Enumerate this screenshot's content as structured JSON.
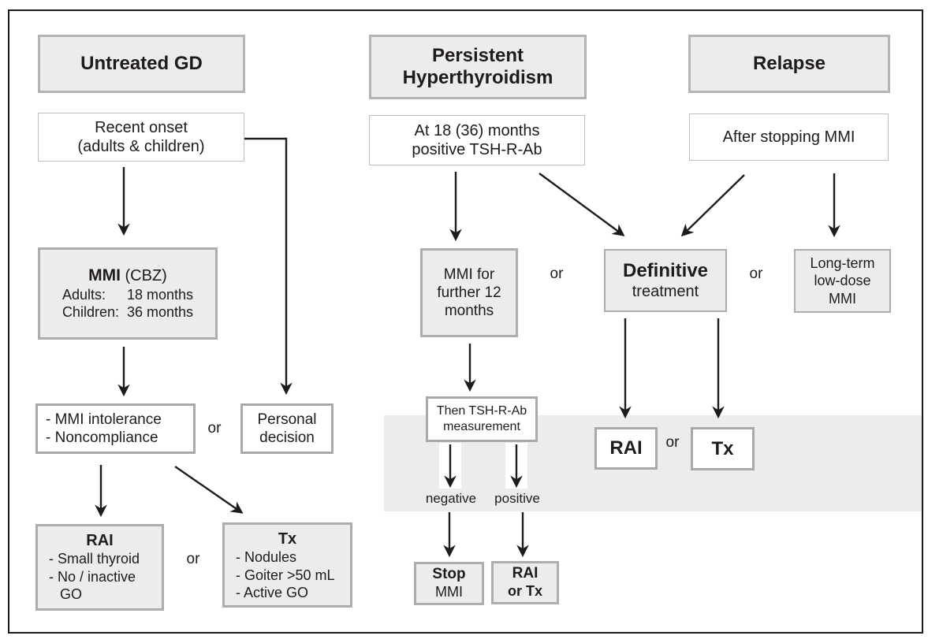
{
  "labels": {
    "or": "or",
    "negative": "negative",
    "positive": "positive"
  },
  "untreated": {
    "header": "Untreated GD",
    "recent_onset_line1": "Recent onset",
    "recent_onset_line2": "(adults & children)",
    "mmi": {
      "bold": "MMI",
      "paren": " (CBZ)",
      "row1_key": "Adults:",
      "row1_val": "18 months",
      "row2_key": "Children:",
      "row2_val": "36 months"
    },
    "intolerance_line1": "- MMI intolerance",
    "intolerance_line2": "- Noncompliance",
    "personal_line1": "Personal",
    "personal_line2": "decision",
    "rai": {
      "title": "RAI",
      "item1": "- Small thyroid",
      "item2": "- No / inactive GO"
    },
    "tx": {
      "title": "Tx",
      "item1": "- Nodules",
      "item2": "- Goiter >50 mL",
      "item3": "- Active GO"
    }
  },
  "persistent": {
    "header_line1": "Persistent",
    "header_line2": "Hyperthyroidism",
    "at_months_line1": "At 18 (36) months",
    "at_months_line2": "positive TSH-R-Ab",
    "mmi_further": "MMI for further 12 months",
    "definitive_bold": "Definitive",
    "definitive_rest": "treatment",
    "then_tshrab_line1": "Then TSH-R-Ab",
    "then_tshrab_line2": "measurement",
    "rai_mid": "RAI",
    "tx_mid": "Tx",
    "stop_bold": "Stop",
    "stop_rest": "MMI",
    "rai_or_tx_line1": "RAI",
    "rai_or_tx_line2": "or Tx"
  },
  "relapse": {
    "header": "Relapse",
    "after_stopping": "After stopping MMI",
    "longterm_line1": "Long-term",
    "longterm_line2": "low-dose",
    "longterm_line3": "MMI"
  }
}
